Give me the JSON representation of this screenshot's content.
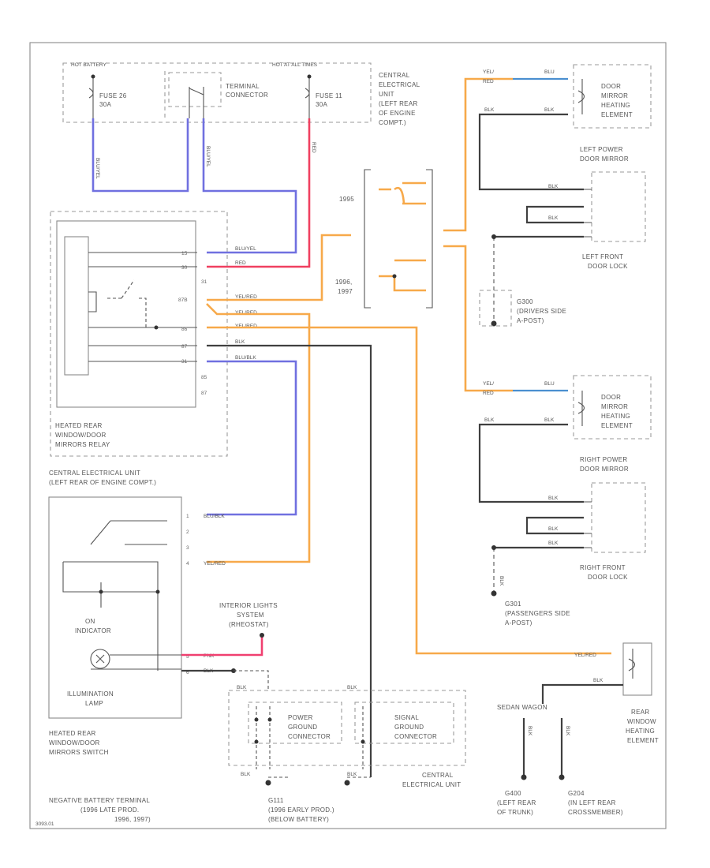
{
  "colors": {
    "blue": "#7070e0",
    "red": "#f04060",
    "pink": "#f04070",
    "yellow": "#f7a94a",
    "black": "#404040",
    "grey": "#9a9a9a"
  },
  "top": {
    "hot_battery": "HOT BATTERY",
    "hot_accessory": "HOT AT ALL TIMES",
    "fuse_left": [
      "FUSE 26",
      "30A"
    ],
    "term_connector": [
      "TERMINAL",
      "CONNECTOR"
    ],
    "fuse_right": [
      "FUSE 11",
      "30A"
    ],
    "central_unit": [
      "CENTRAL",
      "ELECTRICAL",
      "UNIT",
      "(LEFT REAR",
      "OF ENGINE",
      "COMPT.)"
    ],
    "wire_labels": [
      "BLU/YEL",
      "BLU/YEL",
      "RED"
    ]
  },
  "relay": {
    "caption": [
      "HEATED REAR",
      "WINDOW/DOOR",
      "MIRRORS RELAY"
    ],
    "unit_caption": [
      "CENTRAL ELECTRICAL UNIT",
      "(LEFT REAR OF ENGINE COMPT.)"
    ],
    "pins": [
      "15",
      "30",
      "31",
      "87B",
      "86",
      "87",
      "31",
      "85",
      "87"
    ],
    "wire_labels": [
      "BLU/YEL",
      "RED",
      "YEL/RED",
      "YEL/RED",
      "YEL/RED",
      "BLK",
      "BLU/BLK"
    ]
  },
  "years": {
    "y1": "1995",
    "y2": [
      "1996,",
      "1997"
    ]
  },
  "mirrors": {
    "left_heater": [
      "DOOR",
      "MIRROR",
      "HEATING",
      "ELEMENT"
    ],
    "left_mirror": [
      "LEFT POWER",
      "DOOR MIRROR"
    ],
    "left_lock": [
      "LEFT FRONT",
      "DOOR LOCK"
    ],
    "left_ground": [
      "G300",
      "(DRIVERS SIDE",
      "A-POST)"
    ],
    "right_heater": [
      "DOOR",
      "MIRROR",
      "HEATING",
      "ELEMENT"
    ],
    "right_mirror": [
      "RIGHT POWER",
      "DOOR MIRROR"
    ],
    "right_lock": [
      "RIGHT FRONT",
      "DOOR LOCK"
    ],
    "right_ground": [
      "G301",
      "(PASSENGERS SIDE",
      "A-POST)"
    ],
    "wire_labels": [
      "YEL/",
      "RED",
      "BLU",
      "BLK",
      "BLK",
      "BLK",
      "BLK",
      "YEL/",
      "RED",
      "BLU",
      "BLK",
      "BLK",
      "BLK",
      "BLK",
      "BLK",
      "BLK"
    ]
  },
  "switch": {
    "caption": [
      "HEATED REAR",
      "WINDOW/DOOR",
      "MIRRORS SWITCH"
    ],
    "on_indicator": [
      "ON",
      "INDICATOR"
    ],
    "illumination": [
      "ILLUMINATION",
      "LAMP"
    ],
    "pins": [
      "1",
      "2",
      "3",
      "4",
      "5",
      "6"
    ],
    "wire_labels": [
      "BLU/BLK",
      "YEL/RED",
      "PNK",
      "BLK"
    ]
  },
  "interior": [
    "INTERIOR LIGHTS",
    "SYSTEM",
    "(RHEOSTAT)"
  ],
  "ground_connectors": {
    "power": [
      "POWER",
      "GROUND",
      "CONNECTOR"
    ],
    "signal": [
      "SIGNAL",
      "GROUND",
      "CONNECTOR"
    ],
    "unit": [
      "CENTRAL",
      "ELECTRICAL UNIT"
    ],
    "wire_labels": [
      "BLK",
      "BLK",
      "BLK",
      "BLK"
    ]
  },
  "bottom": {
    "neg_battery": [
      "NEGATIVE BATTERY TERMINAL",
      "(1996 LATE PROD.",
      "1996, 1997)"
    ],
    "g111": [
      "G111",
      "(1996 EARLY PROD.)",
      "(BELOW BATTERY)"
    ],
    "g400": [
      "G400",
      "(LEFT REAR",
      "OF TRUNK)"
    ],
    "g204": [
      "G204",
      "(IN LEFT REAR",
      "CROSSMEMBER)"
    ],
    "rear_element": [
      "REAR",
      "WINDOW",
      "HEATING",
      "ELEMENT"
    ],
    "sedan_wagon": "SEDAN          WAGON",
    "wire_labels": [
      "YEL/RED",
      "BLK",
      "BLK",
      "BLK"
    ],
    "code": "3093.01"
  }
}
